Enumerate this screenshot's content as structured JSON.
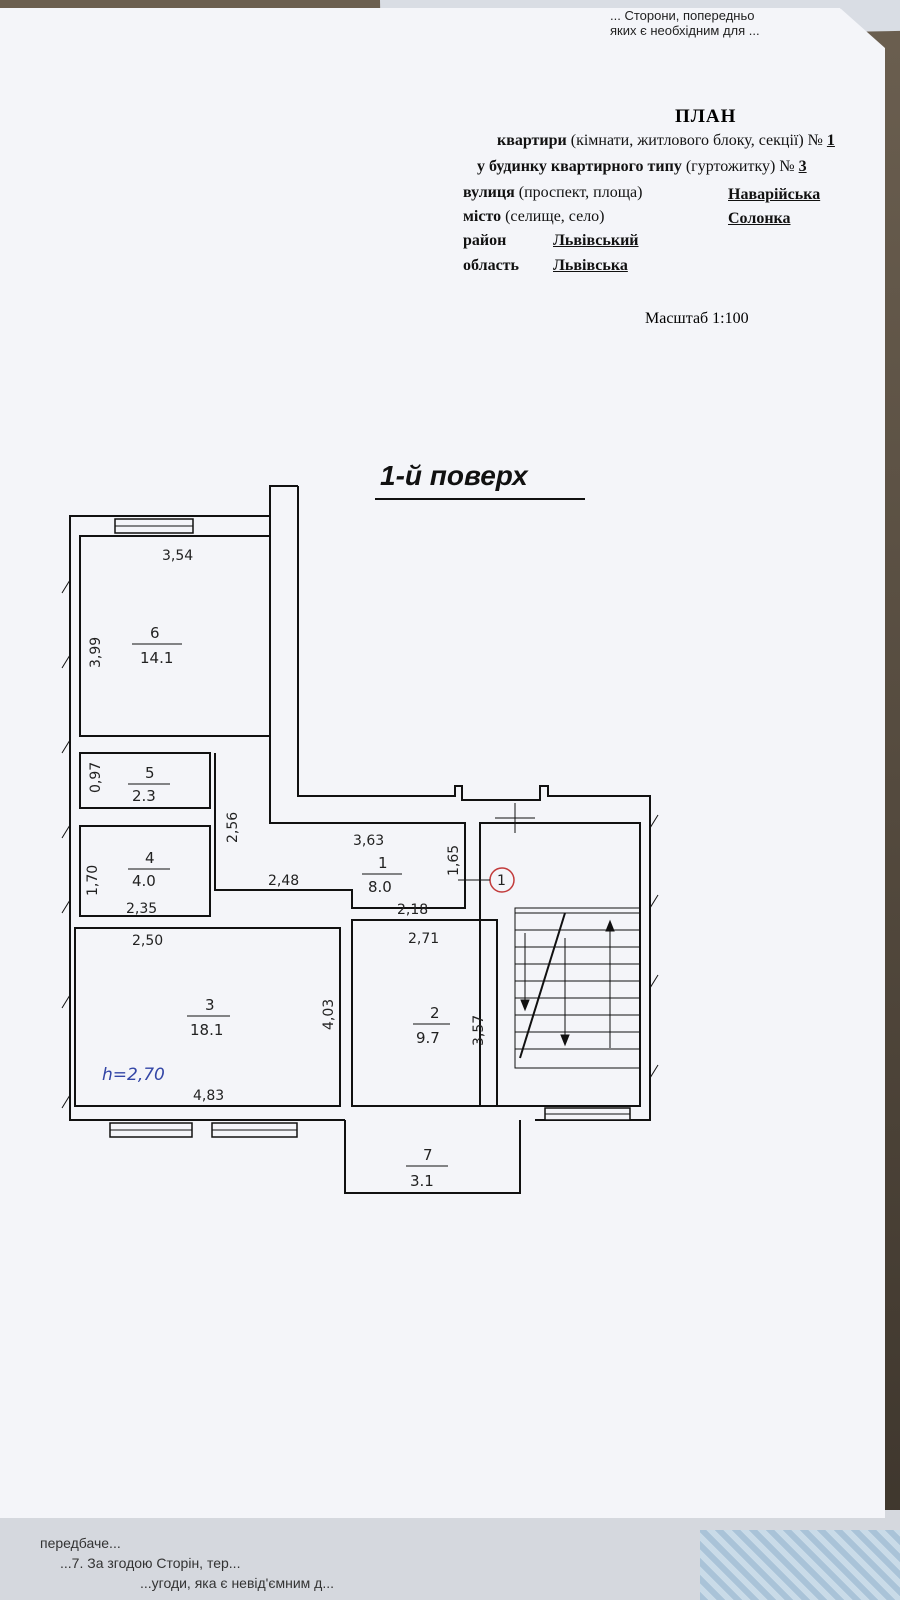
{
  "top_fragment": {
    "line1": "... Сторони, попередньо",
    "line2": "яких є необхідним для ..."
  },
  "header": {
    "title": "ПЛАН",
    "apartment_label": "квартири",
    "apartment_paren": "(кімнати, житлового блоку, секції) №",
    "apartment_num": "1",
    "building_label": "у будинку квартирного типу",
    "building_paren": "(гуртожитку) №",
    "building_num": "3",
    "street_label": "вулиця",
    "street_paren": "(проспект, площа)",
    "street_value": "Наварійська",
    "city_label": "місто",
    "city_paren": "(селище, село)",
    "city_value": "Солонка",
    "district_label": "район",
    "district_value": "Львівський",
    "region_label": "область",
    "region_value": "Львівська",
    "scale": "Масштаб 1:100"
  },
  "floor_title": "1-й поверх",
  "rooms": [
    {
      "num": "6",
      "area": "14.1"
    },
    {
      "num": "5",
      "area": "2.3"
    },
    {
      "num": "4",
      "area": "4.0"
    },
    {
      "num": "1",
      "area": "8.0"
    },
    {
      "num": "3",
      "area": "18.1"
    },
    {
      "num": "2",
      "area": "9.7"
    },
    {
      "num": "7",
      "area": "3.1"
    }
  ],
  "dimensions": {
    "r6_width": "3,54",
    "r6_height": "3,99",
    "r5_height": "0,97",
    "corridor": "2,56",
    "r4_height": "1,70",
    "r4_width": "2,35",
    "r1_top": "3,63",
    "r1_height": "1,65",
    "r1_left": "2,48",
    "r1_bottom": "2,18",
    "r3_top": "2,50",
    "r3_height": "4,03",
    "r3_bottom": "4,83",
    "r2_top": "2,71",
    "r2_height": "3,57"
  },
  "ceiling_height": "h=2,70",
  "marker": "1",
  "bottom_fragment": {
    "line1": "передбаче...",
    "line2": "...7. За згодою Сторін, тер...",
    "line3": "...угоди, яка є невід'ємним д..."
  }
}
